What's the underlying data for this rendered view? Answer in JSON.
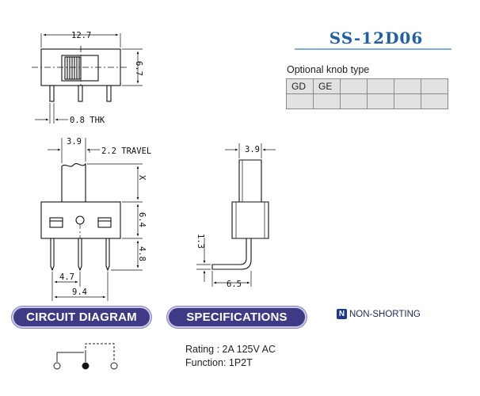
{
  "title": "SS-12D06",
  "knob_type": {
    "caption": "Optional knob type",
    "cells": [
      "GD",
      "GE",
      "",
      "",
      "",
      ""
    ]
  },
  "dimensions": {
    "top_width": "12.7",
    "top_height": "6.7",
    "thickness": "0.8 THK",
    "knob_width": "3.9",
    "travel": "2.2 TRAVEL",
    "knob_x": "X",
    "body_height": "6.4",
    "pin_length": "4.8",
    "pin_spacing": "4.7",
    "pin_span": "9.4",
    "side_knob_width": "3.9",
    "side_bend_height": "1.3",
    "side_bend_length": "6.5"
  },
  "labels": {
    "circuit_diagram": "CIRCUIT DIAGRAM",
    "specifications": "SPECIFICATIONS",
    "non_shorting": "NON-SHORTING",
    "non_shorting_icon": "N"
  },
  "specs": {
    "rating": "Rating : 2A 125V AC",
    "function": "Function: 1P2T"
  },
  "colors": {
    "title": "#1e5fa8",
    "pill": "#3f3a86",
    "table_fill": "#e2e2e2"
  }
}
